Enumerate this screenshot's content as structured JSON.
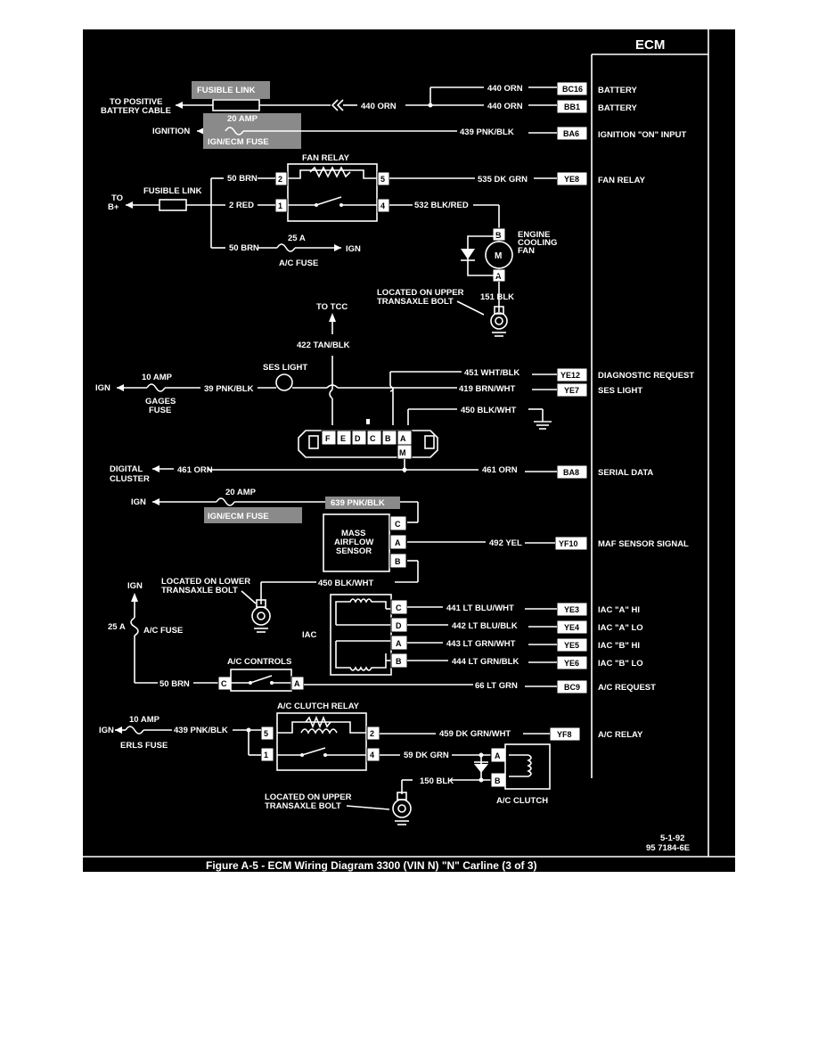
{
  "ecm": {
    "title": "ECM"
  },
  "pins": [
    {
      "id": "BC16",
      "label": "BATTERY",
      "wire": "440 ORN"
    },
    {
      "id": "BB1",
      "label": "BATTERY",
      "wire": "440 ORN"
    },
    {
      "id": "BA6",
      "label": "IGNITION \"ON\" INPUT",
      "wire": "439 PNK/BLK"
    },
    {
      "id": "YE8",
      "label": "FAN RELAY",
      "wire": "535 DK GRN"
    },
    {
      "id": "YE12",
      "label": "DIAGNOSTIC REQUEST",
      "wire": "451 WHT/BLK"
    },
    {
      "id": "YE7",
      "label": "SES LIGHT",
      "wire": "419 BRN/WHT"
    },
    {
      "id": "BA8",
      "label": "SERIAL DATA",
      "wire": "461 ORN"
    },
    {
      "id": "YF10",
      "label": "MAF SENSOR SIGNAL",
      "wire": "492 YEL"
    },
    {
      "id": "YE3",
      "label": "IAC \"A\" HI",
      "wire": "441 LT BLU/WHT"
    },
    {
      "id": "YE4",
      "label": "IAC \"A\" LO",
      "wire": "442 LT BLU/BLK"
    },
    {
      "id": "YE5",
      "label": "IAC \"B\" HI",
      "wire": "443 LT GRN/WHT"
    },
    {
      "id": "YE6",
      "label": "IAC \"B\" LO",
      "wire": "444 LT GRN/BLK"
    },
    {
      "id": "BC9",
      "label": "A/C REQUEST",
      "wire": "66 LT GRN"
    },
    {
      "id": "YF8",
      "label": "A/C RELAY",
      "wire": "459 DK GRN/WHT"
    }
  ],
  "top": {
    "fusible_link": "FUSIBLE LINK",
    "to_positive_1": "TO POSITIVE",
    "to_positive_2": "BATTERY CABLE",
    "wire_440": "440 ORN",
    "ignition": "IGNITION",
    "amp20": "20 AMP",
    "ign_ecm_fuse": "IGN/ECM FUSE"
  },
  "fan": {
    "relay_title": "FAN RELAY",
    "to": "TO",
    "bplus": "B+",
    "fusible_link": "FUSIBLE LINK",
    "w50brn": "50 BRN",
    "w2red": "2 RED",
    "w50brn2": "50 BRN",
    "a25": "25 A",
    "ac_fuse": "A/C FUSE",
    "ign": "IGN",
    "pin2": "2",
    "pin1": "1",
    "pin5": "5",
    "pin4": "4",
    "w532": "532 BLK/RED",
    "motor_b": "B",
    "motor_m": "M",
    "motor_a": "A",
    "engine": "ENGINE",
    "cooling": "COOLING",
    "fan_word": "FAN",
    "w151": "151 BLK",
    "loc1": "LOCATED ON UPPER",
    "loc2": "TRANSAXLE BOLT"
  },
  "dlc": {
    "to_tcc": "TO TCC",
    "w422": "422 TAN/BLK",
    "ses_light": "SES LIGHT",
    "amp10": "10 AMP",
    "ign": "IGN",
    "w39": "39 PNK/BLK",
    "gages": "GAGES",
    "fuse": "FUSE",
    "w450": "450 BLK/WHT",
    "pins": [
      "F",
      "E",
      "D",
      "C",
      "B",
      "A"
    ],
    "pin_m": "M"
  },
  "serial": {
    "digital": "DIGITAL",
    "cluster": "CLUSTER",
    "w461": "461 ORN"
  },
  "maf": {
    "ign": "IGN",
    "amp20": "20 AMP",
    "ign_ecm_fuse": "IGN/ECM FUSE",
    "w639": "639 PNK/BLK",
    "line1": "MASS",
    "line2": "AIRFLOW",
    "line3": "SENSOR",
    "pin_c": "C",
    "pin_a": "A",
    "pin_b": "B",
    "w450": "450 BLK/WHT",
    "loc1": "LOCATED ON LOWER",
    "loc2": "TRANSAXLE BOLT"
  },
  "iac": {
    "label": "IAC",
    "pins": [
      "C",
      "D",
      "A",
      "B"
    ],
    "ign": "IGN",
    "a25": "25 A",
    "ac_fuse": "A/C FUSE"
  },
  "ac_controls": {
    "title": "A/C CONTROLS",
    "w50brn": "50 BRN",
    "pin_c": "C",
    "pin_a": "A"
  },
  "ac_relay": {
    "title": "A/C CLUTCH RELAY",
    "ign": "IGN",
    "amp10": "10 AMP",
    "w439": "439 PNK/BLK",
    "erls": "ERLS FUSE",
    "pin5": "5",
    "pin1": "1",
    "pin2": "2",
    "pin4": "4",
    "w59": "59 DK GRN",
    "w150": "150 BLK",
    "clutch": "A/C CLUTCH",
    "pin_a": "A",
    "pin_b": "B",
    "loc1": "LOCATED ON UPPER",
    "loc2": "TRANSAXLE BOLT"
  },
  "footer": {
    "date": "5-1-92",
    "code": "95 7184-6E",
    "caption": "Figure A-5 - ECM Wiring Diagram  3300  (VIN N)  \"N\"  Carline  (3 of 3)"
  }
}
